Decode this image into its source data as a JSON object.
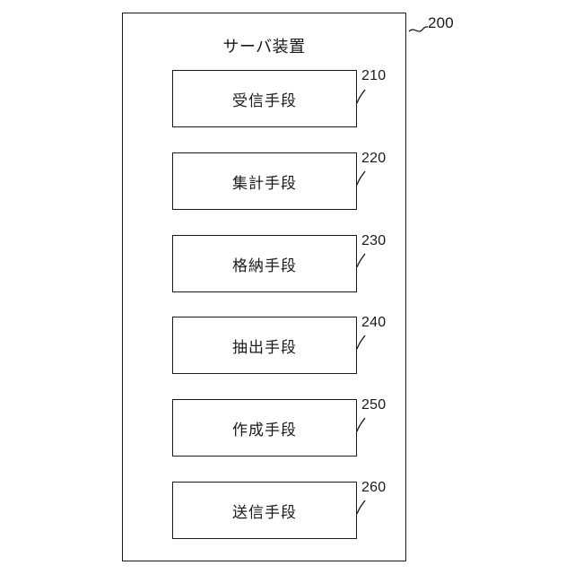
{
  "server": {
    "title": "サーバ装置",
    "ref": "200"
  },
  "blocks": [
    {
      "label": "受信手段",
      "ref": "210"
    },
    {
      "label": "集計手段",
      "ref": "220"
    },
    {
      "label": "格納手段",
      "ref": "230"
    },
    {
      "label": "抽出手段",
      "ref": "240"
    },
    {
      "label": "作成手段",
      "ref": "250"
    },
    {
      "label": "送信手段",
      "ref": "260"
    }
  ]
}
